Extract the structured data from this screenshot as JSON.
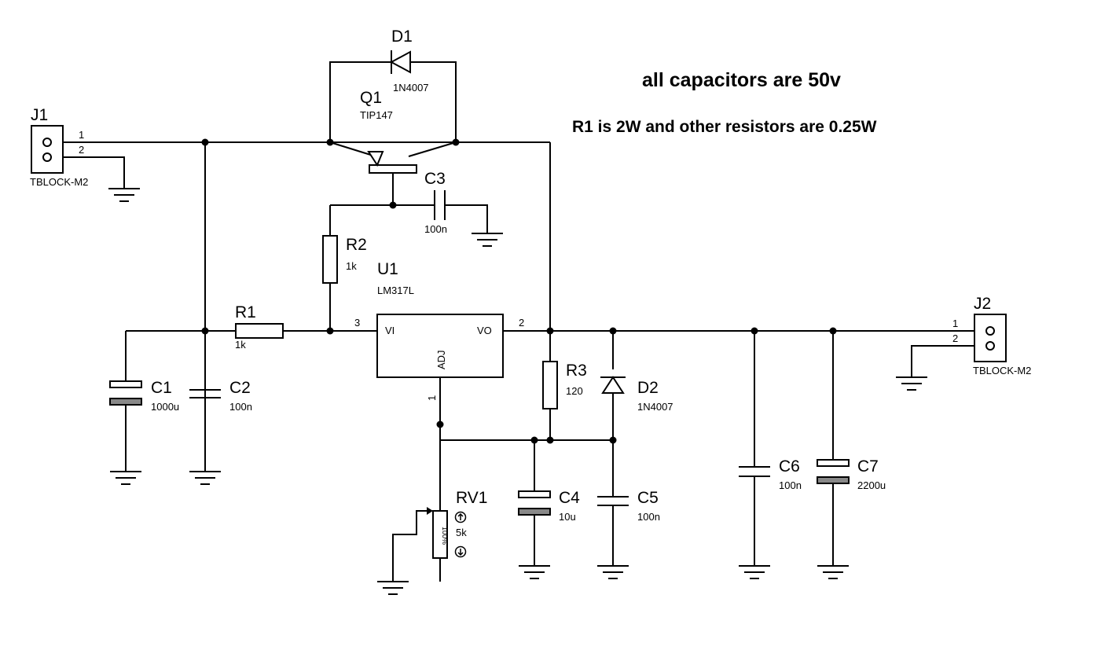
{
  "notes": {
    "caps": "all capacitors are 50v",
    "resistors": "R1 is 2W and other resistors are 0.25W"
  },
  "components": {
    "j1": {
      "ref": "J1",
      "value": "TBLOCK-M2",
      "pin1": "1",
      "pin2": "2"
    },
    "j2": {
      "ref": "J2",
      "value": "TBLOCK-M2",
      "pin1": "1",
      "pin2": "2"
    },
    "d1": {
      "ref": "D1",
      "value": "1N4007"
    },
    "q1": {
      "ref": "Q1",
      "value": "TIP147"
    },
    "c3": {
      "ref": "C3",
      "value": "100n"
    },
    "r2": {
      "ref": "R2",
      "value": "1k"
    },
    "u1": {
      "ref": "U1",
      "value": "LM317L",
      "pin_vi": "VI",
      "pin_vo": "VO",
      "pin_adj": "ADJ",
      "pin3": "3",
      "pin2": "2",
      "pin1": "1"
    },
    "r1": {
      "ref": "R1",
      "value": "1k"
    },
    "c1": {
      "ref": "C1",
      "value": "1000u"
    },
    "c2": {
      "ref": "C2",
      "value": "100n"
    },
    "r3": {
      "ref": "R3",
      "value": "120"
    },
    "d2": {
      "ref": "D2",
      "value": "1N4007"
    },
    "c4": {
      "ref": "C4",
      "value": "10u"
    },
    "c5": {
      "ref": "C5",
      "value": "100n"
    },
    "rv1": {
      "ref": "RV1",
      "value": "5k",
      "percent": "100%"
    },
    "c6": {
      "ref": "C6",
      "value": "100n"
    },
    "c7": {
      "ref": "C7",
      "value": "2200u"
    }
  }
}
